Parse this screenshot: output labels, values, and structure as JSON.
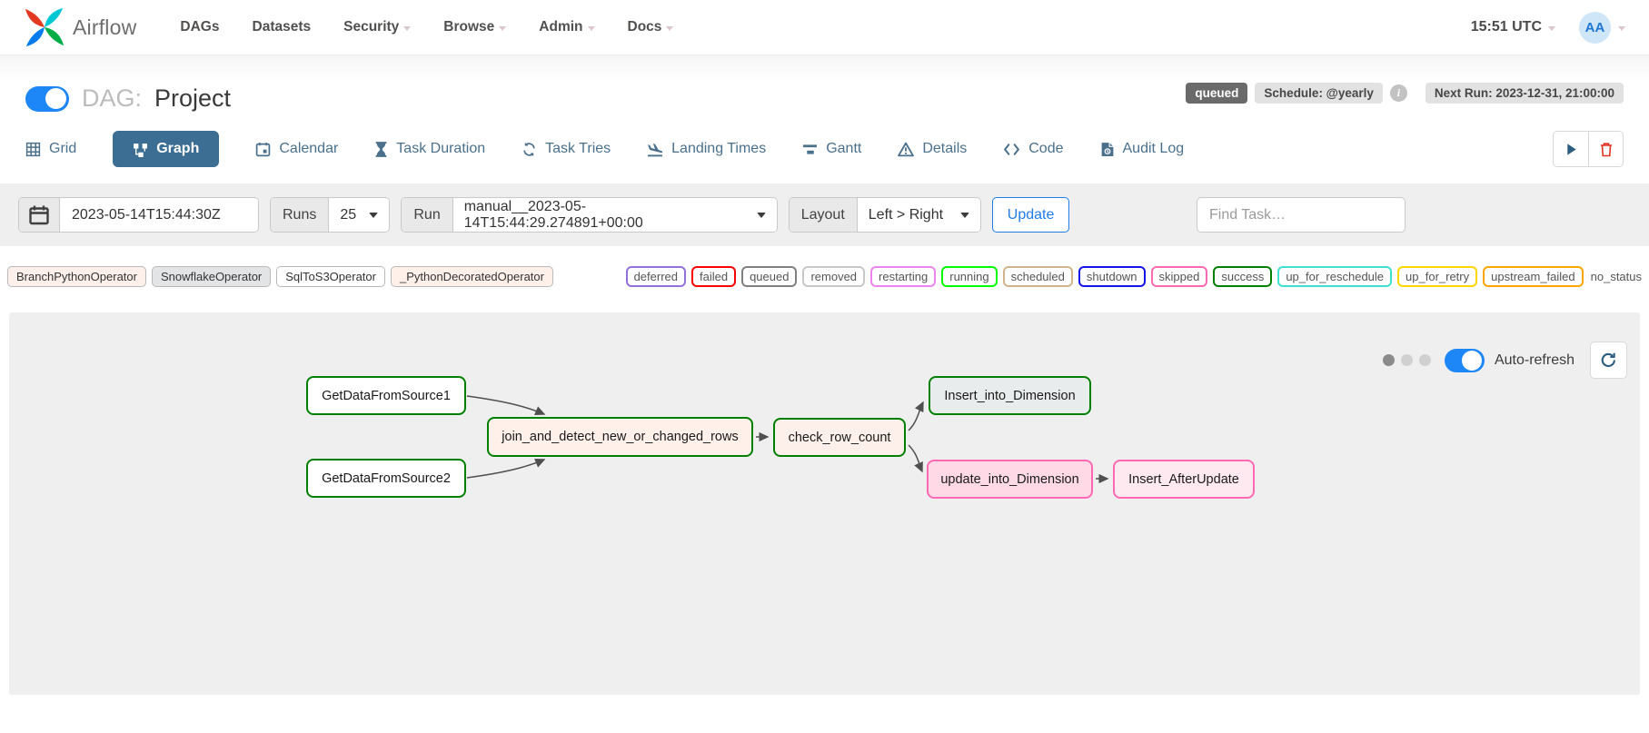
{
  "nav": {
    "brand": "Airflow",
    "items": [
      {
        "label": "DAGs",
        "dropdown": false
      },
      {
        "label": "Datasets",
        "dropdown": false
      },
      {
        "label": "Security",
        "dropdown": true
      },
      {
        "label": "Browse",
        "dropdown": true
      },
      {
        "label": "Admin",
        "dropdown": true
      },
      {
        "label": "Docs",
        "dropdown": true
      }
    ],
    "time": "15:51 UTC",
    "avatar": "AA"
  },
  "header": {
    "dag_label": "DAG:",
    "dag_name": "Project",
    "status_badge": "queued",
    "schedule_badge": "Schedule: @yearly",
    "next_run_badge": "Next Run: 2023-12-31, 21:00:00"
  },
  "tabs": [
    {
      "label": "Grid",
      "icon": "grid-icon",
      "active": false
    },
    {
      "label": "Graph",
      "icon": "graph-icon",
      "active": true
    },
    {
      "label": "Calendar",
      "icon": "calendar-icon",
      "active": false
    },
    {
      "label": "Task Duration",
      "icon": "hourglass-icon",
      "active": false
    },
    {
      "label": "Task Tries",
      "icon": "retry-arrows-icon",
      "active": false
    },
    {
      "label": "Landing Times",
      "icon": "plane-landing-icon",
      "active": false
    },
    {
      "label": "Gantt",
      "icon": "gantt-bars-icon",
      "active": false
    },
    {
      "label": "Details",
      "icon": "warning-triangle-icon",
      "active": false
    },
    {
      "label": "Code",
      "icon": "code-brackets-icon",
      "active": false
    },
    {
      "label": "Audit Log",
      "icon": "audit-file-icon",
      "active": false
    }
  ],
  "filterbar": {
    "date_value": "2023-05-14T15:44:30Z",
    "runs_label": "Runs",
    "runs_value": "25",
    "run_label": "Run",
    "run_value": "manual__2023-05-14T15:44:29.274891+00:00",
    "layout_label": "Layout",
    "layout_value": "Left > Right",
    "update_label": "Update",
    "find_placeholder": "Find Task…"
  },
  "legend": {
    "operators": [
      {
        "label": "BranchPythonOperator",
        "bg": "#fdefe9"
      },
      {
        "label": "SnowflakeOperator",
        "bg": "#e2e4e6"
      },
      {
        "label": "SqlToS3Operator",
        "bg": "#ffffff"
      },
      {
        "label": "_PythonDecoratedOperator",
        "bg": "#fff0ea"
      }
    ],
    "statuses": [
      {
        "label": "deferred",
        "border": "#9370db"
      },
      {
        "label": "failed",
        "border": "#ff0000"
      },
      {
        "label": "queued",
        "border": "#808080"
      },
      {
        "label": "removed",
        "border": "#c8c8c8"
      },
      {
        "label": "restarting",
        "border": "#ee82ee"
      },
      {
        "label": "running",
        "border": "#00ff00"
      },
      {
        "label": "scheduled",
        "border": "#d2b48c"
      },
      {
        "label": "shutdown",
        "border": "#1414e8"
      },
      {
        "label": "skipped",
        "border": "#ff69b4"
      },
      {
        "label": "success",
        "border": "#008000"
      },
      {
        "label": "up_for_reschedule",
        "border": "#40e0d0"
      },
      {
        "label": "up_for_retry",
        "border": "#ffd700"
      },
      {
        "label": "upstream_failed",
        "border": "#ffa500"
      },
      {
        "label": "no_status",
        "border": null
      }
    ]
  },
  "graph": {
    "auto_refresh_label": "Auto-refresh",
    "nodes": [
      {
        "label": "GetDataFromSource1",
        "fill": "#ffffff",
        "border": "#008000"
      },
      {
        "label": "GetDataFromSource2",
        "fill": "#ffffff",
        "border": "#008000"
      },
      {
        "label": "join_and_detect_new_or_changed_rows",
        "fill": "#fff0ea",
        "border": "#008000"
      },
      {
        "label": "check_row_count",
        "fill": "#fdefe9",
        "border": "#008000"
      },
      {
        "label": "Insert_into_Dimension",
        "fill": "#e9eced",
        "border": "#008000"
      },
      {
        "label": "update_into_Dimension",
        "fill": "#ffd9e5",
        "border": "#ff69b4"
      },
      {
        "label": "Insert_AfterUpdate",
        "fill": "#ffe9f0",
        "border": "#ff69b4"
      }
    ]
  }
}
